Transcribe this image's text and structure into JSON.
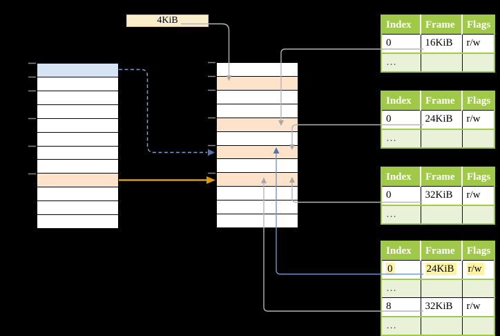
{
  "legend_box": {
    "label": "4KiB"
  },
  "virtual_memory": {
    "row_count": 12,
    "highlights": {
      "0": "blue",
      "8": "peach"
    }
  },
  "physical_memory": {
    "row_count": 12,
    "highlights": {
      "1": "peach",
      "4": "peach",
      "6": "peach",
      "8": "peach"
    }
  },
  "page_tables": [
    {
      "headers": [
        "Index",
        "Frame",
        "Flags"
      ],
      "rows": [
        [
          "0",
          "16KiB",
          "r/w"
        ],
        [
          "…",
          "",
          ""
        ]
      ]
    },
    {
      "headers": [
        "Index",
        "Frame",
        "Flags"
      ],
      "rows": [
        [
          "0",
          "24KiB",
          "r/w"
        ],
        [
          "…",
          "",
          ""
        ]
      ]
    },
    {
      "headers": [
        "Index",
        "Frame",
        "Flags"
      ],
      "rows": [
        [
          "0",
          "32KiB",
          "r/w"
        ],
        [
          "…",
          "",
          ""
        ]
      ]
    },
    {
      "headers": [
        "Index",
        "Frame",
        "Flags"
      ],
      "highlighted_row": 0,
      "rows": [
        [
          "0",
          "24KiB",
          "r/w"
        ],
        [
          "…",
          "",
          ""
        ],
        [
          "8",
          "32KiB",
          "r/w"
        ],
        [
          "…",
          "",
          ""
        ]
      ]
    }
  ],
  "colors": {
    "gray_line": "#b5b5b5",
    "gray_head": "#a8a8a8",
    "blue_line": "#7695c8",
    "blue_head": "#4d74b4",
    "dashed_blue": "#7fa1d7",
    "orange": "#e09b00",
    "tick": "#8a8a8a",
    "header_green": "#a1c949",
    "light_green_row": "#e9f1d8",
    "peach_row": "#fde3c9",
    "blue_row": "#d5e3f5",
    "cream_box": "#faeeca",
    "yellow_highlight": "#fcf4a0"
  }
}
